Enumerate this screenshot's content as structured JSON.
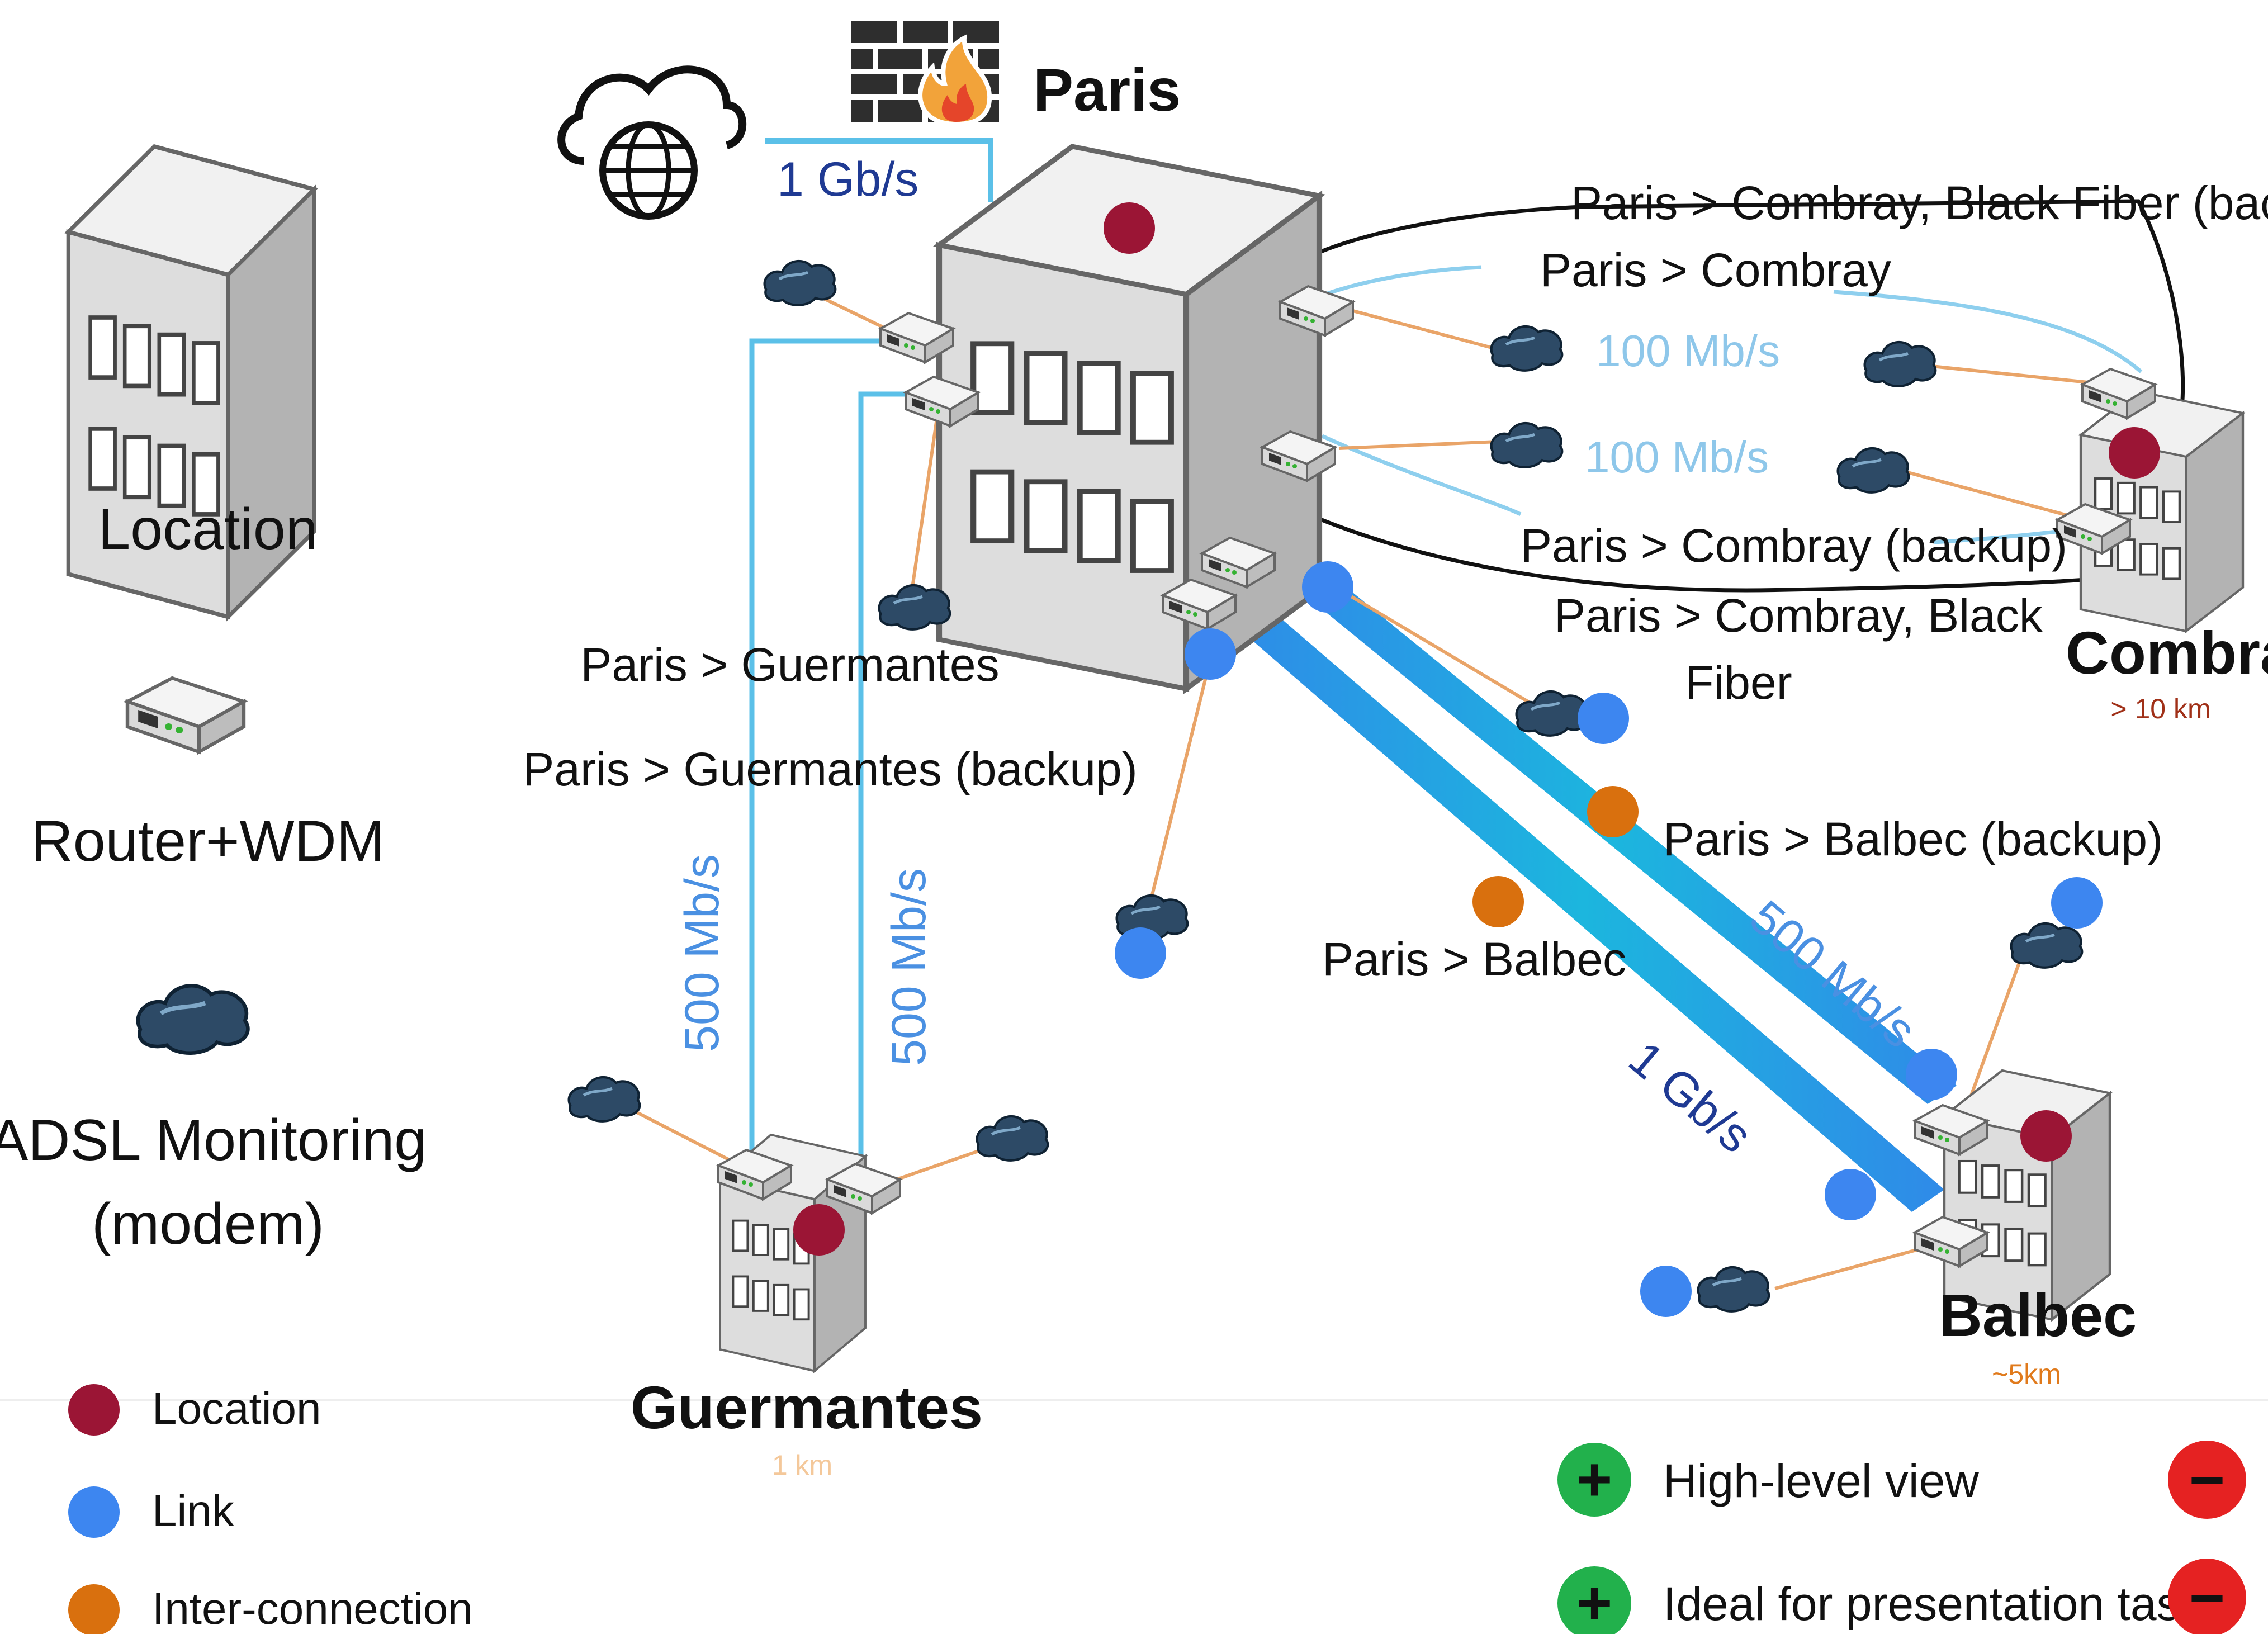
{
  "legend_icons": [
    {
      "icon": "building-icon",
      "label": "Location"
    },
    {
      "icon": "router-wdm-icon",
      "label": "Router+WDM"
    },
    {
      "icon": "adsl-modem-icon",
      "label": "ADSL Monitoring",
      "label2": "(modem)"
    }
  ],
  "legend_dots": [
    {
      "label": "Location",
      "color": "#9b1535"
    },
    {
      "label": "Link",
      "color": "#3d86f0"
    },
    {
      "label": "Inter-connection",
      "color": "#d9700e"
    }
  ],
  "sites": {
    "paris": {
      "name": "Paris"
    },
    "combray": {
      "name": "Combray",
      "distance": "> 10 km",
      "distance_color": "#a03018"
    },
    "balbec": {
      "name": "Balbec",
      "distance": "~5km",
      "distance_color": "#e07a1c"
    },
    "guermantes": {
      "name": "Guermantes",
      "distance": "1 km",
      "distance_color": "#f4c89a"
    }
  },
  "internet_link": {
    "rate": "1 Gb/s"
  },
  "links": {
    "combray_black_fiber_backup": "Paris > Combray, Black Fiber (backup)",
    "combray": "Paris > Combray",
    "combray_rate_1": "100 Mb/s",
    "combray_rate_2": "100 Mb/s",
    "combray_backup": "Paris > Combray (backup)",
    "combray_black_fiber_1": "Paris > Combray, Black",
    "combray_black_fiber_2": "Fiber",
    "guermantes": "Paris > Guermantes",
    "guermantes_backup": "Paris > Guermantes (backup)",
    "guermantes_rate_1": "500 Mb/s",
    "guermantes_rate_2": "500 Mb/s",
    "balbec_backup": "Paris > Balbec (backup)",
    "balbec_backup_rate": "500 Mb/s",
    "balbec": "Paris > Balbec",
    "balbec_rate": "1 Gb/s"
  },
  "pros_cons": [
    {
      "sign": "+",
      "text": "High-level view",
      "color": "#22b14c"
    },
    {
      "sign": "+",
      "text": "Ideal for presentation tasks",
      "color": "#22b14c"
    }
  ],
  "cons_marks": [
    {
      "sign": "−",
      "color": "#e52222"
    },
    {
      "sign": "−",
      "color": "#e52222"
    }
  ],
  "colors": {
    "location": "#9b1535",
    "link": "#3d86f0",
    "interconnection": "#d9700e",
    "fiber": "#5bc0e8",
    "orange_line": "#e9a468"
  }
}
